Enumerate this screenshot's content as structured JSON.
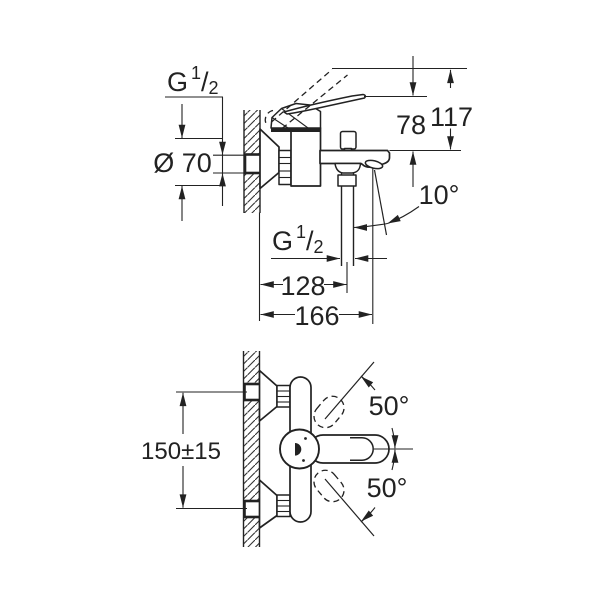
{
  "colors": {
    "ink": "#222222",
    "background": "#ffffff"
  },
  "side_view": {
    "dim_thread_top": {
      "prefix": "G",
      "numerator": "1",
      "slash": "/",
      "denominator": "2"
    },
    "dim_escutcheon_diameter": "Ø 70",
    "dim_body_to_lever_height": "78",
    "dim_total_height": "117",
    "dim_spout_angle": "10°",
    "dim_thread_bottom": {
      "prefix": "G",
      "numerator": "1",
      "slash": "/",
      "denominator": "2"
    },
    "dim_wall_to_shower_outlet": "128",
    "dim_wall_to_spout_tip": "166"
  },
  "front_view": {
    "dim_connection_centers": "150±15",
    "dim_lever_swing_up": "50°",
    "dim_lever_swing_down": "50°"
  }
}
